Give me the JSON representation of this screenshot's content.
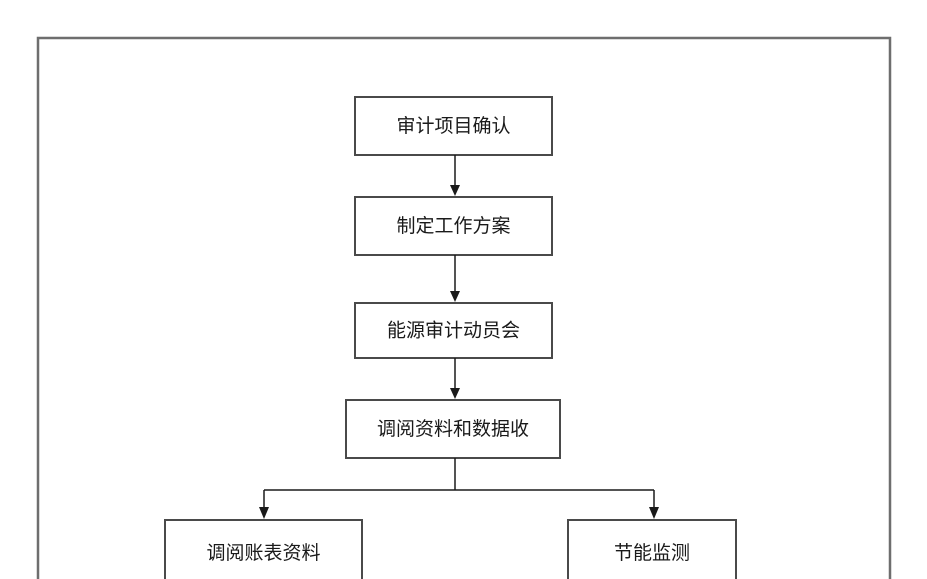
{
  "diagram": {
    "type": "flowchart",
    "nodes": [
      {
        "id": "n1",
        "label": "审计项目确认"
      },
      {
        "id": "n2",
        "label": "制定工作方案"
      },
      {
        "id": "n3",
        "label": "能源审计动员会"
      },
      {
        "id": "n4",
        "label": "调阅资料和数据收"
      },
      {
        "id": "n5",
        "label": "调阅账表资料"
      },
      {
        "id": "n6",
        "label": "节能监测"
      }
    ],
    "edges": [
      {
        "from": "n1",
        "to": "n2"
      },
      {
        "from": "n2",
        "to": "n3"
      },
      {
        "from": "n3",
        "to": "n4"
      },
      {
        "from": "n4",
        "to": "n5"
      },
      {
        "from": "n4",
        "to": "n6"
      }
    ],
    "colors": {
      "border": "#4a4a4a",
      "frame": "#6e6e6e",
      "text": "#1a1a1a",
      "background": "#ffffff"
    }
  }
}
